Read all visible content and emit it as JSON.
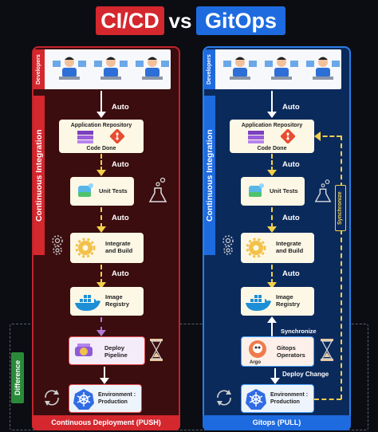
{
  "title": {
    "left": "CI/CD",
    "vs": "vs",
    "right": "GitOps"
  },
  "developers_label": "Developers",
  "ci_label": "Continuous Integration",
  "difference_label": "Difference",
  "auto_label": "Auto",
  "left": {
    "app_repo_title": "Application Repository",
    "app_repo_sub": "Code Done",
    "unit_tests": "Unit Tests",
    "integrate_build": "Integrate and Build",
    "image_registry": "Image Registry",
    "deploy_pipeline": "Deploy Pipeline",
    "environment": "Environment : Production",
    "footer": "Continuous Deployment (PUSH)"
  },
  "right": {
    "app_repo_title": "Application Repository",
    "app_repo_sub": "Code Done",
    "unit_tests": "Unit Tests",
    "integrate_build": "Integrate and Build",
    "image_registry": "Image Registry",
    "synchronize_top": "Synchronize",
    "synchronize_mid": "Synchronize",
    "gitops_operators": "Gitops Operators",
    "argo": "Argo",
    "deploy_change": "Deploy Change",
    "environment": "Environment : Production",
    "footer": "Gitops (PULL)"
  },
  "colors": {
    "red": "#d4272e",
    "blue": "#1e6be0",
    "yellow": "#f2d04a"
  }
}
